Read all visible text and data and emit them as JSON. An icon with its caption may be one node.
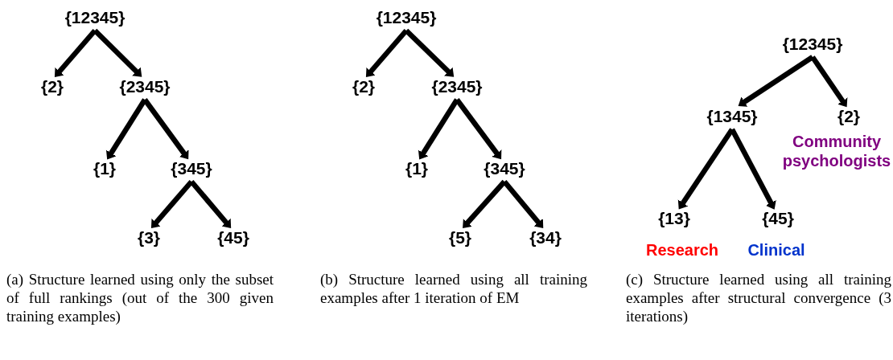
{
  "diagram": {
    "nodes": [
      {
        "text": [
          "{12345}"
        ]
      },
      {
        "text": [
          "{2}"
        ]
      },
      {
        "text": [
          "{2345}"
        ]
      },
      {
        "text": [
          "{1}"
        ]
      },
      {
        "text": [
          "{345}"
        ]
      },
      {
        "text": [
          "{3}"
        ]
      },
      {
        "text": [
          "{45}"
        ]
      },
      {
        "text": [
          "{12345}"
        ]
      },
      {
        "text": [
          "{2}"
        ]
      },
      {
        "text": [
          "{2345}"
        ]
      },
      {
        "text": [
          "{1}"
        ]
      },
      {
        "text": [
          "{345}"
        ]
      },
      {
        "text": [
          "{5}"
        ]
      },
      {
        "text": [
          "{34}"
        ]
      },
      {
        "text": [
          "{12345}"
        ]
      },
      {
        "text": [
          "{1345}"
        ]
      },
      {
        "text": [
          "{2}"
        ],
        "beside": [
          "Community psychologists"
        ]
      },
      {
        "text": [
          "{13}"
        ],
        "beside": [
          "Research"
        ]
      },
      {
        "text": [
          "{45}"
        ],
        "beside": [
          "Clinical"
        ]
      }
    ],
    "edges": [
      {
        "from": 0,
        "to": 1,
        "arrow": "to"
      },
      {
        "from": 0,
        "to": 2,
        "arrow": "to"
      },
      {
        "from": 2,
        "to": 3,
        "arrow": "to"
      },
      {
        "from": 2,
        "to": 4,
        "arrow": "to"
      },
      {
        "from": 4,
        "to": 5,
        "arrow": "to"
      },
      {
        "from": 4,
        "to": 6,
        "arrow": "to"
      },
      {
        "from": 7,
        "to": 8,
        "arrow": "to"
      },
      {
        "from": 7,
        "to": 9,
        "arrow": "to"
      },
      {
        "from": 9,
        "to": 10,
        "arrow": "to"
      },
      {
        "from": 9,
        "to": 11,
        "arrow": "to"
      },
      {
        "from": 11,
        "to": 12,
        "arrow": "to"
      },
      {
        "from": 11,
        "to": 13,
        "arrow": "to"
      },
      {
        "from": 14,
        "to": 15,
        "arrow": "to"
      },
      {
        "from": 14,
        "to": 16,
        "arrow": "to"
      },
      {
        "from": 15,
        "to": 17,
        "arrow": "to"
      },
      {
        "from": 15,
        "to": 18,
        "arrow": "to"
      }
    ],
    "labels": [
      "(a) Structure learned using only the subset of full rankings (out of the 300 given training examples)",
      "(b) Structure learned using all training examples after 1 iteration of EM",
      "(c) Structure learned using all training examples after structural convergence (3 iterations)"
    ]
  }
}
